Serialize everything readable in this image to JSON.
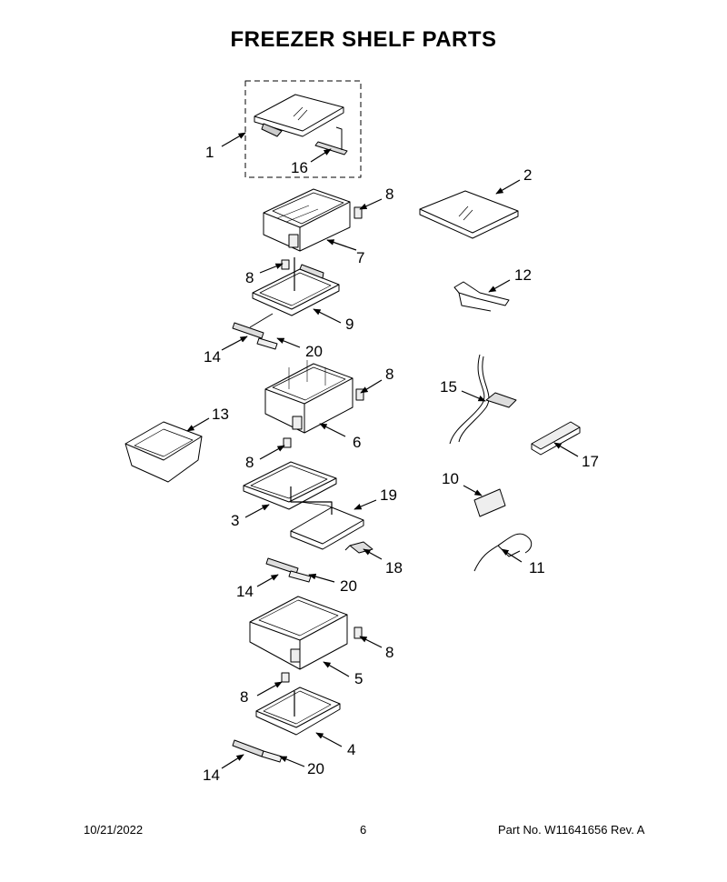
{
  "title": "FREEZER SHELF PARTS",
  "callouts": [
    {
      "id": "c1",
      "label": "1"
    },
    {
      "id": "c16",
      "label": "16"
    },
    {
      "id": "c2",
      "label": "2"
    },
    {
      "id": "c8a",
      "label": "8"
    },
    {
      "id": "c7",
      "label": "7"
    },
    {
      "id": "c8b",
      "label": "8"
    },
    {
      "id": "c9",
      "label": "9"
    },
    {
      "id": "c12",
      "label": "12"
    },
    {
      "id": "c14a",
      "label": "14"
    },
    {
      "id": "c20a",
      "label": "20"
    },
    {
      "id": "c8c",
      "label": "8"
    },
    {
      "id": "c15",
      "label": "15"
    },
    {
      "id": "c13",
      "label": "13"
    },
    {
      "id": "c6",
      "label": "6"
    },
    {
      "id": "c8d",
      "label": "8"
    },
    {
      "id": "c17",
      "label": "17"
    },
    {
      "id": "c10",
      "label": "10"
    },
    {
      "id": "c19",
      "label": "19"
    },
    {
      "id": "c3",
      "label": "3"
    },
    {
      "id": "c18",
      "label": "18"
    },
    {
      "id": "c11",
      "label": "11"
    },
    {
      "id": "c14b",
      "label": "14"
    },
    {
      "id": "c20b",
      "label": "20"
    },
    {
      "id": "c8e",
      "label": "8"
    },
    {
      "id": "c5",
      "label": "5"
    },
    {
      "id": "c8f",
      "label": "8"
    },
    {
      "id": "c4",
      "label": "4"
    },
    {
      "id": "c14c",
      "label": "14"
    },
    {
      "id": "c20c",
      "label": "20"
    }
  ],
  "footer": {
    "date": "10/21/2022",
    "page": "6",
    "part": "Part No.  W11641656  Rev.  A"
  }
}
